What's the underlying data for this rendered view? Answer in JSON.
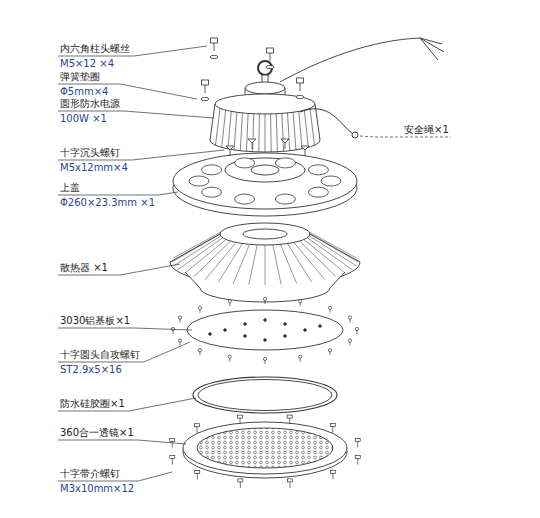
{
  "diagram": {
    "labels": [
      "内六角柱头螺丝",
      "M5×12 ×4",
      "弹簧垫圈",
      "Φ5mm×4",
      "圆形防水电源",
      "100W ×1",
      "十字沉头螺钉",
      "M5x12mm×4",
      "上盖",
      "Φ260×23.3mm ×1",
      "散热器 ×1",
      "3030铝基板×1",
      "十字圆头自攻螺钉",
      "ST2.9x5×16",
      "防水硅胶圈×1",
      "360合一透镜×1",
      "十字带介螺钉",
      "M3x10mm×12",
      "安全绳×1"
    ]
  }
}
